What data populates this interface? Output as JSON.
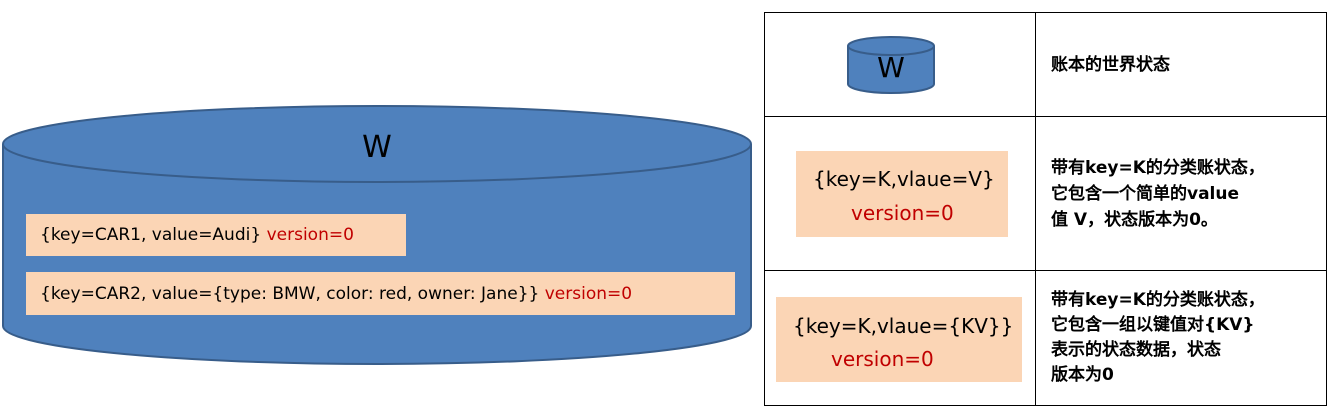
{
  "big_db": {
    "label": "W",
    "records": [
      {
        "text": "{key=CAR1, value=Audi}",
        "version": "version=0"
      },
      {
        "text": "{key=CAR2, value={type: BMW, color: red, owner: Jane}}",
        "version": "version=0"
      }
    ]
  },
  "legend": {
    "rows": [
      {
        "symbol": "W",
        "desc_lines": [
          "账本的世界状态"
        ]
      },
      {
        "symbol_line1": "{key=K,vlaue=V}",
        "symbol_line2": "version=0",
        "desc_lines": [
          "带有key=K的分类账状态，",
          "它包含一个简单的value",
          "值 V，状态版本为0。"
        ]
      },
      {
        "symbol_line1": "{key=K,vlaue={KV}}",
        "symbol_line2": "version=0",
        "desc_lines": [
          "带有key=K的分类账状态，",
          "它包含一组以键值对{KV}",
          "表示的状态数据，状态",
          "版本为0"
        ]
      }
    ]
  },
  "colors": {
    "db_fill": "#4f81bd",
    "db_stroke": "#385d8a",
    "record_fill": "#fbd5b5",
    "version_text": "#c00000"
  }
}
